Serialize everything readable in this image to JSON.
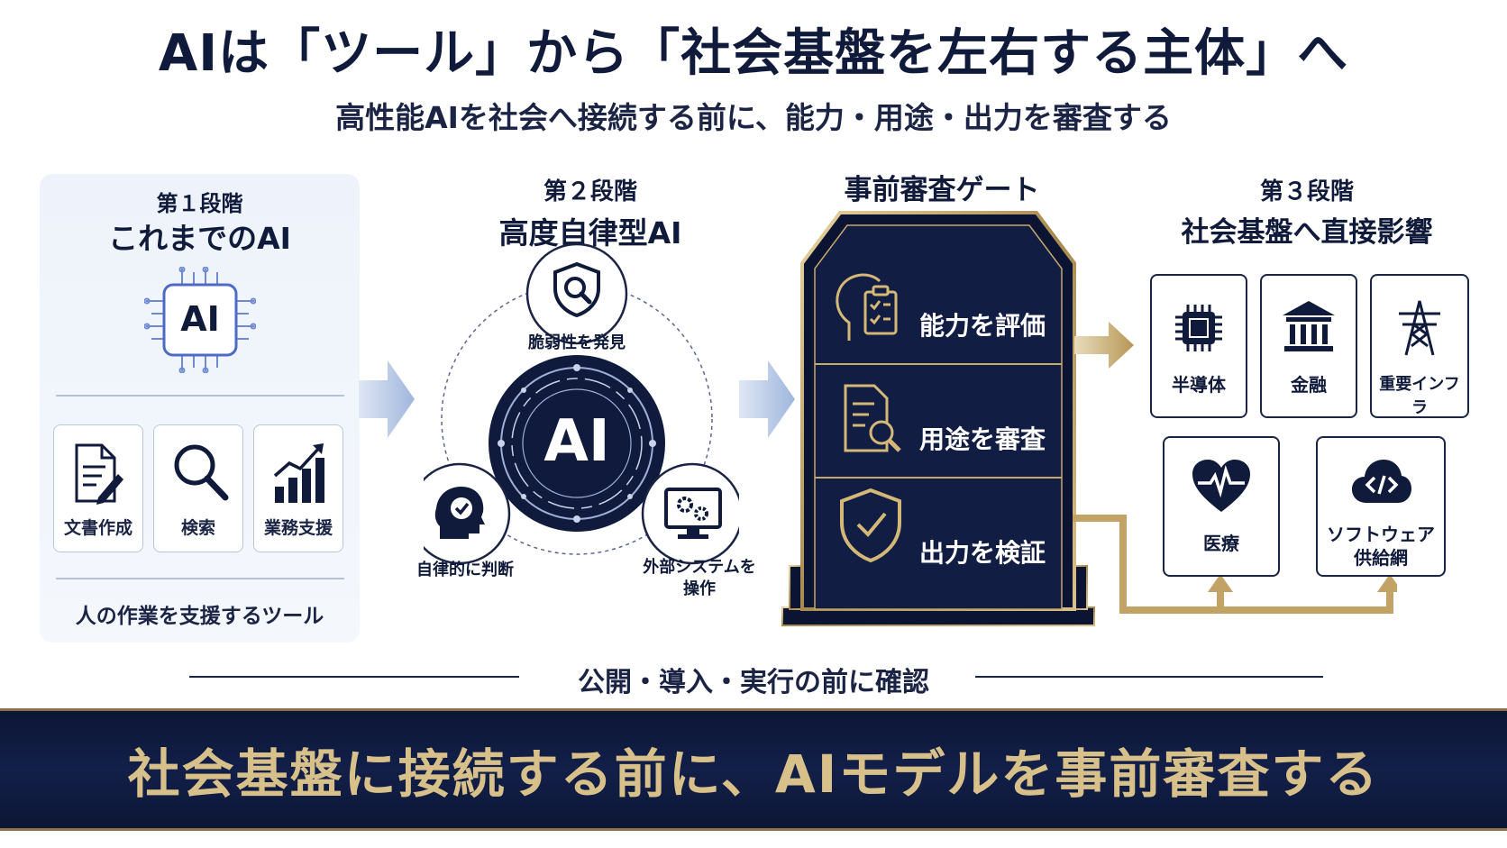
{
  "header": {
    "title": "AIは「ツール」から「社会基盤を左右する主体」へ",
    "subtitle": "高性能AIを社会へ接続する前に、能力・用途・出力を審査する"
  },
  "stage1": {
    "step": "第１段階",
    "title": "これまでのAI",
    "chip_label": "AI",
    "cards": [
      {
        "label": "文書作成",
        "icon": "document-edit-icon"
      },
      {
        "label": "検索",
        "icon": "magnifier-icon"
      },
      {
        "label": "業務支援",
        "icon": "bar-chart-growth-icon"
      }
    ],
    "caption": "人の作業を支援するツール"
  },
  "stage2": {
    "step": "第２段階",
    "title": "高度自律型AI",
    "core_label": "AI",
    "nodes": [
      {
        "label": "脆弱性を発見",
        "icon": "shield-search-icon"
      },
      {
        "label": "自律的に判断",
        "icon": "head-check-icon"
      },
      {
        "label": "外部システムを\n操作",
        "icon": "monitor-gears-icon"
      }
    ]
  },
  "gate": {
    "title": "事前審査ゲート",
    "items": [
      {
        "label": "能力を評価",
        "icon": "head-checklist-icon"
      },
      {
        "label": "用途を審査",
        "icon": "document-search-icon"
      },
      {
        "label": "出力を検証",
        "icon": "shield-check-icon"
      }
    ]
  },
  "stage3": {
    "step": "第３段階",
    "title": "社会基盤へ直接影響",
    "sectors": [
      {
        "label": "半導体",
        "icon": "chip-icon"
      },
      {
        "label": "金融",
        "icon": "bank-icon"
      },
      {
        "label": "重要インフラ",
        "icon": "power-tower-icon"
      },
      {
        "label": "医療",
        "icon": "heart-pulse-icon"
      },
      {
        "label": "ソフトウェア\n供給網",
        "icon": "cloud-code-icon"
      }
    ]
  },
  "confirm": "公開・導入・実行の前に確認",
  "banner": "社会基盤に接続する前に、AIモデルを事前審査する",
  "colors": {
    "navy": "#101a3a",
    "gold": "#c6a96b",
    "light_blue": "#b9cbe6",
    "panel_bg": "#eef3fb"
  }
}
